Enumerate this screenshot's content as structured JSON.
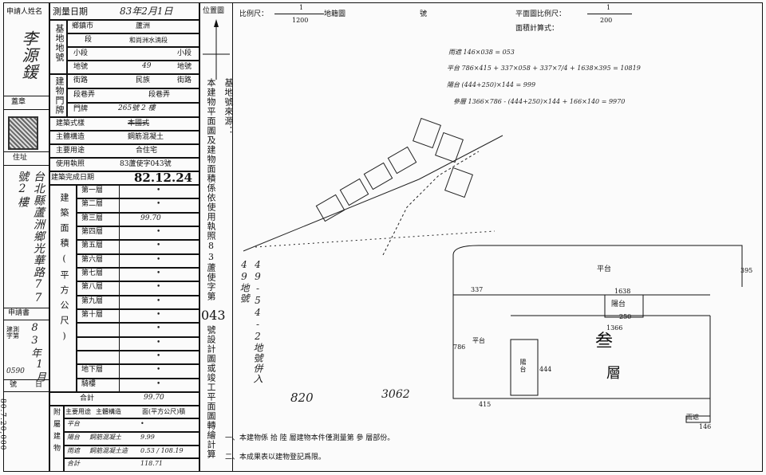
{
  "top_left": {
    "applicant_label": "申請人姓名",
    "applicant_name": "李源鍰",
    "seal_label": "蓋章",
    "address_label": "住址",
    "address_value": "台北縣蘆洲鄉光華路77號2樓",
    "app_no_label": "申請書",
    "app_no_prefix": "建測字第",
    "app_no_year": "83年",
    "app_no_month": "1月",
    "app_no_num": "0590",
    "number_label": "號",
    "date_label": "日",
    "side_vertical": "80.7.20,000"
  },
  "form": {
    "survey_date_label": "測量日期",
    "survey_date_value": "83年2月1日",
    "base_land_label": "基地地號",
    "township_label": "鄉鎮市",
    "township_value": "蘆洲",
    "section_label": "段",
    "section_value": "和尚洲水湳段",
    "subsection_label": "小段",
    "subsection_value": "小段",
    "land_no_label": "地號",
    "land_no_value": "49",
    "land_no_suffix": "地號",
    "door_label": "建物門牌",
    "street_label": "街路",
    "street_value": "民族",
    "street_suffix": "街路",
    "alley_label": "段巷弄",
    "alley_value": "段巷弄",
    "number_label": "門牌",
    "number_value": "265號 2 樓",
    "style_label": "建築式樣",
    "style_value": "本國式",
    "structure_label": "主體構造",
    "structure_value": "鋼筋混凝土",
    "use_label": "主要用途",
    "use_value": "合住宅",
    "license_label": "使用執照",
    "license_value": "83蘆使字043號",
    "complete_label": "建築完成日期",
    "complete_value": "82.12.24",
    "floors_group_label": "建築面積(平方公尺)",
    "floors": [
      {
        "label": "第一層",
        "value": "•"
      },
      {
        "label": "第二層",
        "value": "•"
      },
      {
        "label": "第三層",
        "value": "99.70"
      },
      {
        "label": "第四層",
        "value": "•"
      },
      {
        "label": "第五層",
        "value": "•"
      },
      {
        "label": "第六層",
        "value": "•"
      },
      {
        "label": "第七層",
        "value": "•"
      },
      {
        "label": "第八層",
        "value": "•"
      },
      {
        "label": "第九層",
        "value": "•"
      },
      {
        "label": "第十層",
        "value": "•"
      },
      {
        "label": "",
        "value": "•"
      },
      {
        "label": "",
        "value": "•"
      },
      {
        "label": "",
        "value": "•"
      },
      {
        "label": "地下層",
        "value": "•"
      },
      {
        "label": "騎樓",
        "value": "•"
      }
    ],
    "total_label": "合計",
    "total_value": "99.70",
    "attach_label": "附屬建物",
    "attach_use_label": "主要用途",
    "attach_struct_label": "主體構造",
    "attach_area_label": "面(平方公尺)積",
    "attach_rows": [
      {
        "use": "平台",
        "struct": "",
        "area": "•"
      },
      {
        "use": "陽台",
        "struct": "鋼筋混凝土",
        "area": "9.99"
      },
      {
        "use": "雨遮",
        "struct": "鋼筋混凝土造",
        "area": "0.53 / 108.19"
      },
      {
        "use": "合計",
        "struct": "",
        "area": "118.71"
      }
    ]
  },
  "middle": {
    "location_label": "位置圖",
    "source_vertical": "基地號來源：",
    "note_vertical": "本建物平面圖及建物面積係依使用執照83蘆使字第",
    "note_number": "043",
    "note_vertical2": "號設計圖或竣工平面圖轉繪計算",
    "handwritten_vertical": "49-54-2地號併入49地號",
    "stamp_number": "820",
    "stamp_number2": "3062"
  },
  "right": {
    "scale_label": "比例尺：",
    "scale_num": "1",
    "scale_den": "1200",
    "cadastral_label": "地籍圖",
    "number_label": "號",
    "plan_scale_label": "平面圖比例尺：",
    "plan_scale_num": "1",
    "plan_scale_den": "200",
    "area_formula_label": "面積計算式：",
    "formulas": [
      "雨遮 146×038 = 053",
      "平台 786×415 + 337×058 + 337×7/4 + 1638×395 = 10819",
      "陽台 (444+250)×144 = 999",
      "參層 1366×786 - (444+250)×144 + 166×140 = 9970"
    ],
    "plan_labels": {
      "platform": "平台",
      "balcony": "陽台",
      "floor3_a": "叁",
      "floor3_b": "層",
      "awning": "雨遮",
      "platform_left": "平台",
      "balcony_left": "陽台",
      "dims": [
        "1638",
        "250",
        "1366",
        "786",
        "444",
        "415",
        "395",
        "337",
        "146"
      ]
    },
    "footer_1": "一、本建物係 拾 陸 層建物本件僅測量第 參 層部份。",
    "footer_2": "二、本成果表以建物登記爲限。"
  }
}
